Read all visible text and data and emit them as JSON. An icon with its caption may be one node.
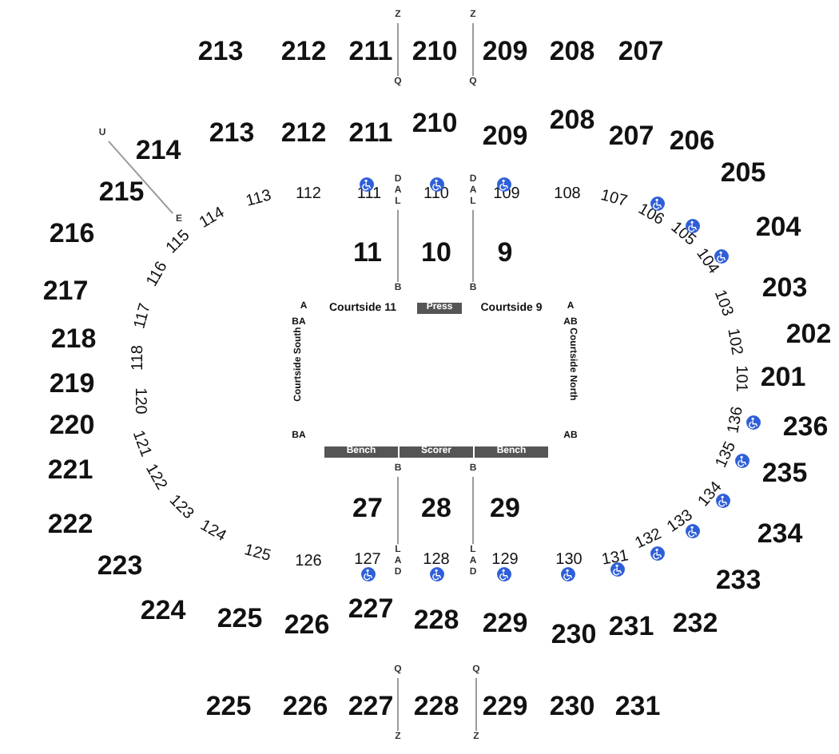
{
  "diagram": {
    "nodes": [
      {
        "text": [
          "Z"
        ]
      },
      {
        "text": [
          "Z"
        ]
      },
      {
        "text": [
          "Q"
        ]
      },
      {
        "text": [
          "Q"
        ]
      },
      {
        "text": [
          "U"
        ]
      },
      {
        "text": [
          "D A L"
        ]
      },
      {
        "text": [
          "D A L"
        ]
      },
      {
        "text": [
          "E"
        ]
      },
      {
        "text": [
          "B"
        ]
      },
      {
        "text": [
          "B"
        ]
      },
      {
        "text": [
          "Press"
        ]
      },
      {
        "text": [
          "Bench"
        ]
      },
      {
        "text": [
          "Scorer"
        ]
      },
      {
        "text": [
          "Bench"
        ]
      },
      {
        "text": [
          "B"
        ]
      },
      {
        "text": [
          "B"
        ]
      },
      {
        "text": [
          "L A D"
        ]
      },
      {
        "text": [
          "L A D"
        ]
      },
      {
        "text": [
          "Q"
        ]
      },
      {
        "text": [
          "Q"
        ]
      },
      {
        "text": [
          "Z"
        ]
      },
      {
        "text": [
          "Z"
        ]
      }
    ],
    "edges": [
      {
        "from": 0,
        "to": 2,
        "arrow": "none"
      },
      {
        "from": 1,
        "to": 3,
        "arrow": "none"
      },
      {
        "from": 4,
        "to": 7,
        "arrow": "none"
      },
      {
        "from": 5,
        "to": 8,
        "arrow": "none"
      },
      {
        "from": 6,
        "to": 9,
        "arrow": "none"
      },
      {
        "from": 14,
        "to": 16,
        "arrow": "none"
      },
      {
        "from": 15,
        "to": 17,
        "arrow": "none"
      },
      {
        "from": 18,
        "to": 20,
        "arrow": "none"
      },
      {
        "from": 19,
        "to": 21,
        "arrow": "none"
      }
    ],
    "labels": [
      "213",
      "212",
      "211",
      "210",
      "209",
      "208",
      "207",
      "213",
      "212",
      "211",
      "210",
      "209",
      "208",
      "207",
      "206",
      "205",
      "214",
      "215",
      "216",
      "204",
      "113",
      "112",
      "111",
      "110",
      "109",
      "108",
      "107",
      "106",
      "105",
      "114",
      "115",
      "11",
      "10",
      "9",
      "104",
      "116",
      "217",
      "203",
      "103",
      "A",
      "Courtside 11",
      "Courtside 9",
      "A",
      "BA",
      "AB",
      "117",
      "218",
      "118",
      "102",
      "202",
      "219",
      "Courtside South",
      "Courtside North",
      "101",
      "201",
      "120",
      "220",
      "136",
      "236",
      "121",
      "BA",
      "AB",
      "221",
      "135",
      "235",
      "122",
      "134",
      "123",
      "27",
      "28",
      "29",
      "222",
      "124",
      "132",
      "133",
      "234",
      "125",
      "126",
      "127",
      "128",
      "129",
      "130",
      "131",
      "223",
      "233",
      "224",
      "225",
      "226",
      "227",
      "228",
      "229",
      "230",
      "231",
      "232",
      "225",
      "226",
      "227",
      "228",
      "229",
      "230",
      "231"
    ]
  }
}
